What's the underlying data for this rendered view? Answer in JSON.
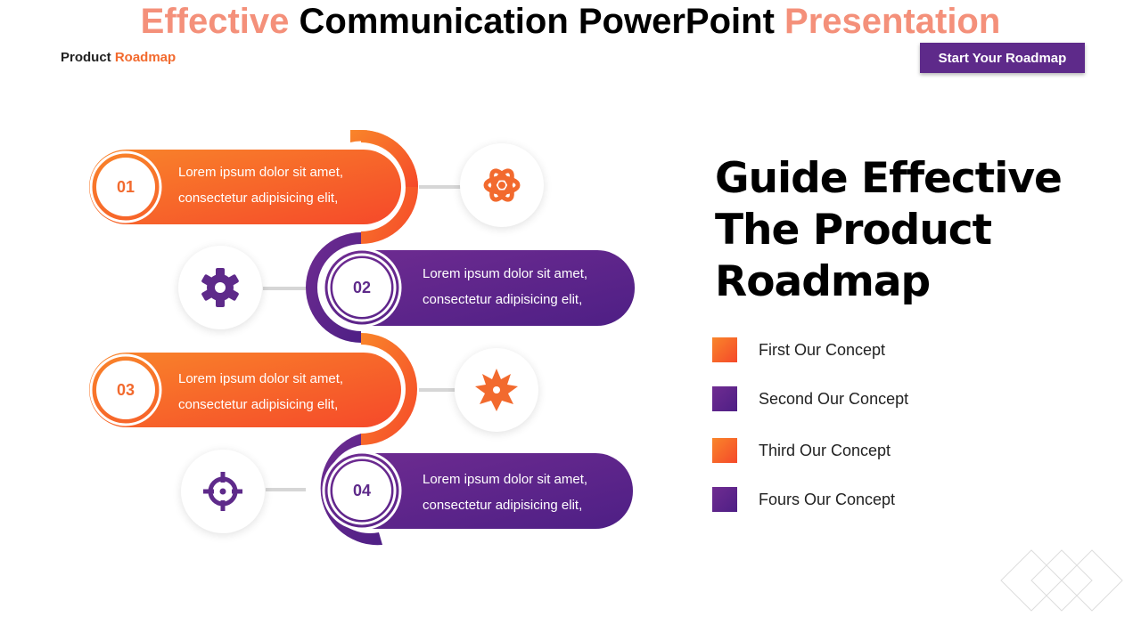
{
  "header": {
    "title_pre": "Effective",
    "title_mid": " Communication PowerPoint ",
    "title_post": "Presentation",
    "sub_a": "Product ",
    "sub_b": "Roadmap",
    "button": "Start Your Roadmap"
  },
  "colors": {
    "orange": "#f26a2e",
    "purple": "#5e2a8a"
  },
  "steps": [
    {
      "num": "01",
      "line1": "Lorem ipsum dolor sit amet,",
      "line2": "consectetur adipisicing elit,",
      "icon": "atom-icon"
    },
    {
      "num": "02",
      "line1": "Lorem ipsum dolor sit amet,",
      "line2": "consectetur adipisicing elit,",
      "icon": "gear-icon"
    },
    {
      "num": "03",
      "line1": "Lorem ipsum dolor sit amet,",
      "line2": "consectetur adipisicing elit,",
      "icon": "starburst-icon"
    },
    {
      "num": "04",
      "line1": "Lorem ipsum dolor sit amet,",
      "line2": "consectetur adipisicing elit,",
      "icon": "target-icon"
    }
  ],
  "heading": {
    "l1": "Guide Effective",
    "l2": "The Product",
    "l3": "Roadmap"
  },
  "legend": [
    "First Our Concept",
    "Second Our Concept",
    "Third Our Concept",
    "Fours Our Concept"
  ]
}
